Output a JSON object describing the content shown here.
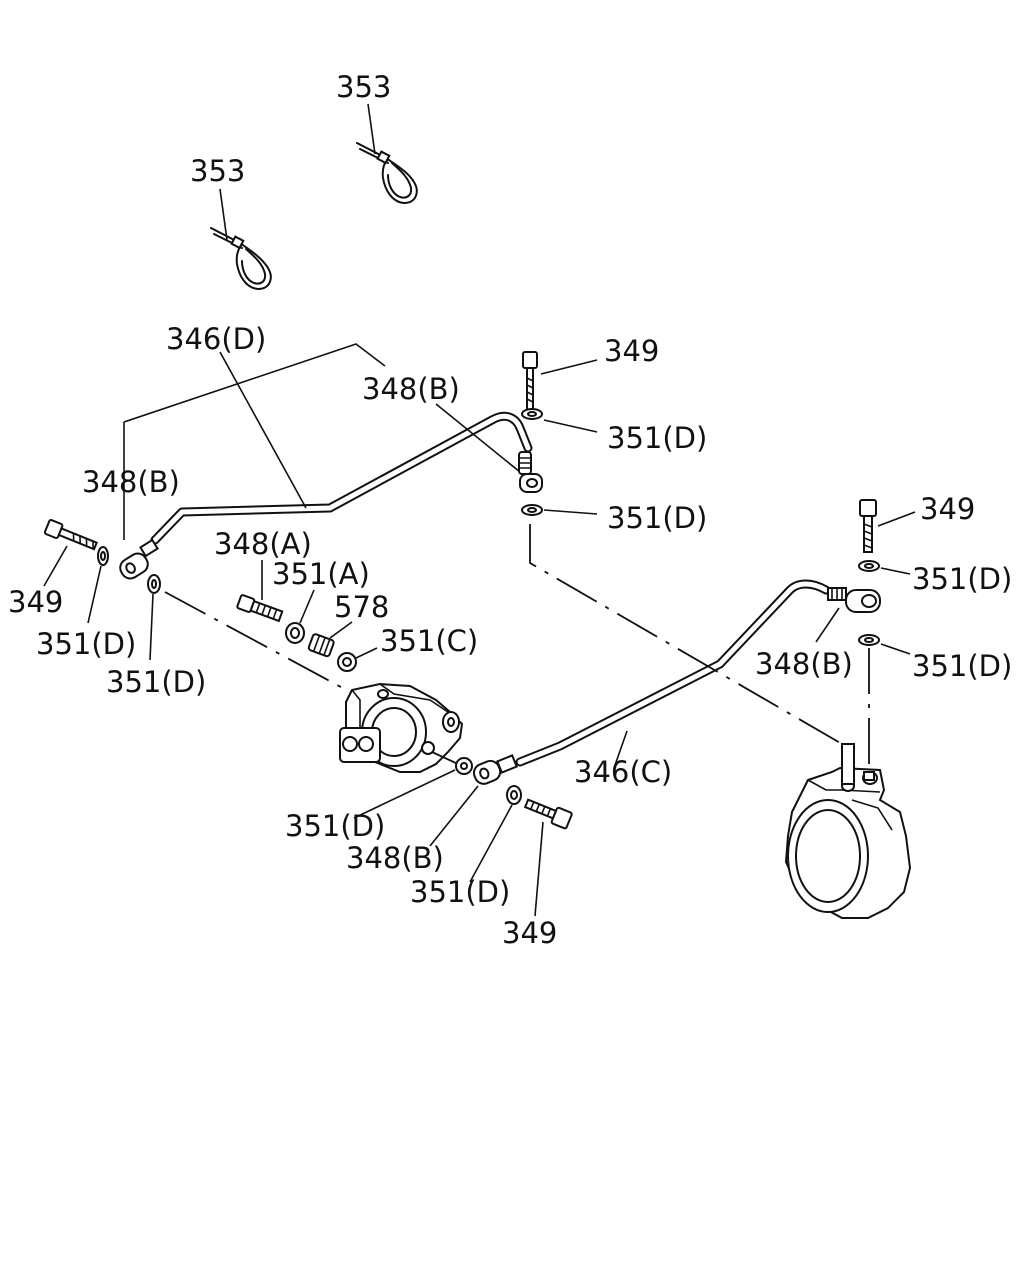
{
  "callouts": {
    "c353_top": "353",
    "c353_mid": "353",
    "c346_d": "346(D)",
    "c348_b_upper": "348(B)",
    "c349_top": "349",
    "c351_d_top1": "351(D)",
    "c351_d_top2": "351(D)",
    "c348_b_left": "348(B)",
    "c349_left": "349",
    "c351_d_left1": "351(D)",
    "c351_d_left2": "351(D)",
    "c348_a": "348(A)",
    "c351_a": "351(A)",
    "c578": "578",
    "c351_c": "351(C)",
    "c349_right": "349",
    "c351_d_right1": "351(D)",
    "c348_b_right": "348(B)",
    "c351_d_right2": "351(D)",
    "c346_c": "346(C)",
    "c351_d_bottom1": "351(D)",
    "c348_b_bottom": "348(B)",
    "c351_d_bottom2": "351(D)",
    "c349_bottom": "349"
  }
}
